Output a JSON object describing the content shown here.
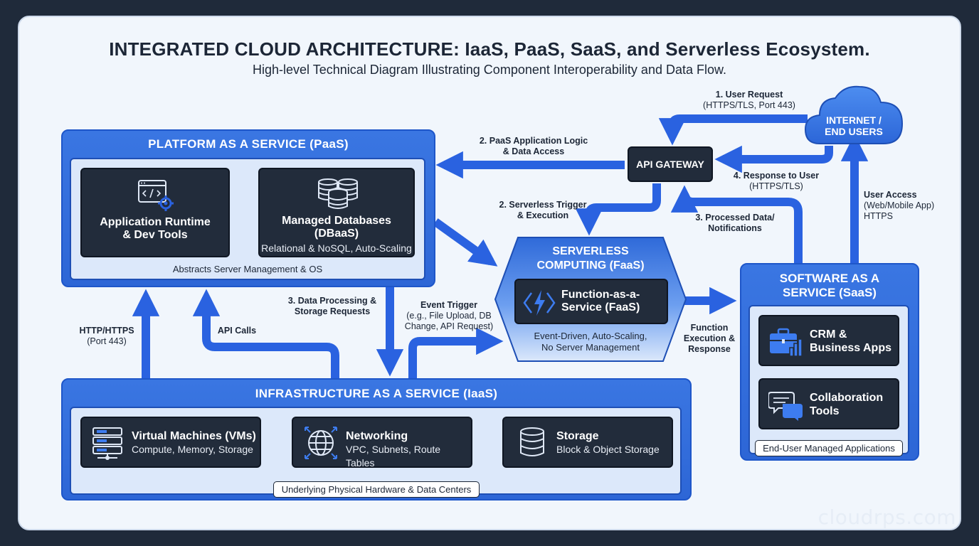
{
  "header": {
    "title": "INTEGRATED CLOUD ARCHITECTURE: IaaS, PaaS, SaaS, and Serverless Ecosystem.",
    "subtitle": "High-level Technical Diagram Illustrating Component Interoperability and Data Flow."
  },
  "internet": {
    "label_line1": "INTERNET /",
    "label_line2": "END USERS"
  },
  "gateway": {
    "label": "API GATEWAY"
  },
  "paas": {
    "title": "PLATFORM AS A SERVICE (PaaS)",
    "runtime": {
      "line1": "Application Runtime",
      "line2": "& Dev Tools"
    },
    "databases": {
      "line1": "Managed Databases",
      "line2": "(DBaaS)",
      "detail": "Relational & NoSQL, Auto-Scaling"
    },
    "caption": "Abstracts Server Management & OS"
  },
  "serverless": {
    "title_line1": "SERVERLESS",
    "title_line2": "COMPUTING (FaaS)",
    "function": {
      "line1": "Function-as-a-",
      "line2": "Service (FaaS)"
    },
    "caption_line1": "Event-Driven, Auto-Scaling,",
    "caption_line2": "No Server Management"
  },
  "saas": {
    "title_line1": "SOFTWARE AS A",
    "title_line2": "SERVICE (SaaS)",
    "crm": {
      "line1": "CRM &",
      "line2": "Business Apps"
    },
    "collab": {
      "line1": "Collaboration",
      "line2": "Tools"
    },
    "caption": "End-User Managed Applications"
  },
  "iaas": {
    "title": "INFRASTRUCTURE AS A SERVICE (IaaS)",
    "vms": {
      "title": "Virtual Machines (VMs)",
      "detail": "Compute, Memory, Storage"
    },
    "networking": {
      "title": "Networking",
      "detail": "VPC, Subnets, Route Tables"
    },
    "storage": {
      "title": "Storage",
      "detail": "Block & Object Storage"
    },
    "caption": "Underlying Physical Hardware & Data Centers"
  },
  "flows": {
    "user_request": {
      "line1": "1. User Request",
      "line2": "(HTTPS/TLS, Port 443)"
    },
    "paas_logic": {
      "line1": "2. PaaS Application Logic",
      "line2": "& Data Access"
    },
    "response": {
      "line1": "4. Response to User",
      "line2": "(HTTPS/TLS)"
    },
    "serverless_trigger": {
      "line1": "2. Serverless Trigger",
      "line2": "& Execution"
    },
    "processed": {
      "line1": "3. Processed Data/",
      "line2": "Notifications"
    },
    "user_access": {
      "line1": "User Access",
      "line2": "(Web/Mobile App)",
      "line3": "HTTPS"
    },
    "data_processing": {
      "line1": "3. Data Processing &",
      "line2": "Storage Requests"
    },
    "event_trigger": {
      "line1": "Event Trigger",
      "line2": "(e.g., File Upload, DB",
      "line3": "Change, API Request)"
    },
    "http": {
      "line1": "HTTP/HTTPS",
      "line2": "(Port 443)"
    },
    "api_calls": {
      "line1": "API Calls"
    },
    "function_exec": {
      "line1": "Function",
      "line2": "Execution &",
      "line3": "Response"
    }
  },
  "brand": "cloudrps.com",
  "colors": {
    "accent": "#2d66d6",
    "arrow": "#2a62e0",
    "card": "#222c3b",
    "background": "#1f2a3a"
  }
}
